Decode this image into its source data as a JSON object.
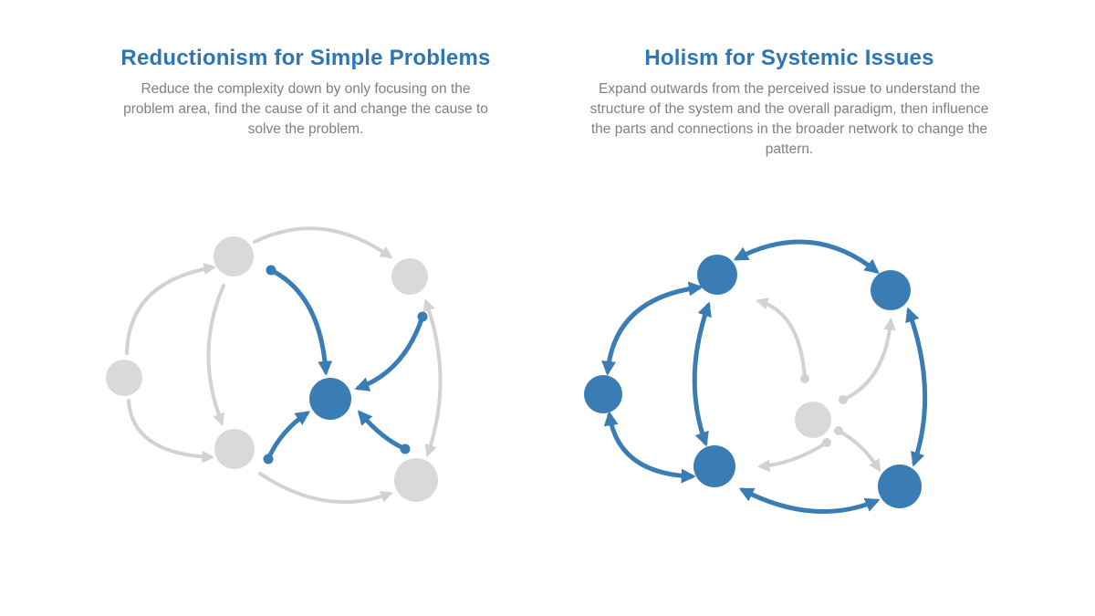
{
  "colors": {
    "title_blue": "#2e75b6",
    "accent_blue": "#3a7cb4",
    "node_gray": "#d9d9d9",
    "arrow_gray": "#d2d2d2",
    "text_gray": "#808080",
    "background": "#ffffff"
  },
  "left_panel": {
    "title": "Reductionism for Simple Problems",
    "description": "Reduce the complexity down by only focusing on the problem area, find the cause of it and change the cause to solve the problem.",
    "diagram": {
      "center_node": "blue",
      "outer_nodes": 5,
      "outer_node_color": "gray",
      "focus_arrows": "blue arrows converging inward to the central problem node",
      "context_arcs": "gray arcs connecting outer nodes"
    }
  },
  "right_panel": {
    "title": "Holism for Systemic Issues",
    "description": "Expand outwards from the perceived issue to understand the structure of the system and the overall paradigm, then influence the parts and connections in the broader network to change the pattern.",
    "diagram": {
      "center_node": "gray",
      "outer_nodes": 5,
      "outer_node_color": "blue",
      "focus_arrows": "gray arrows radiating outward from the central perceived issue",
      "context_arcs": "blue double-headed arcs connecting outer nodes"
    }
  }
}
